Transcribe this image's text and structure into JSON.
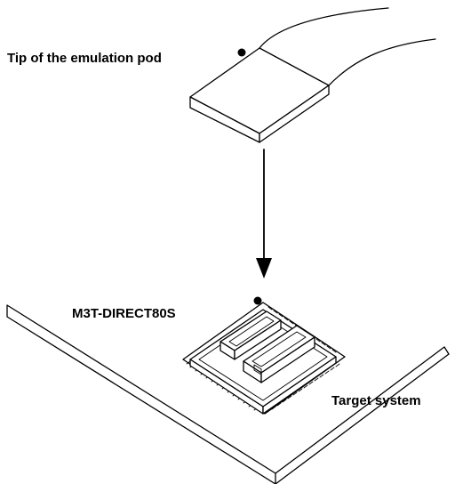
{
  "labels": {
    "emulation_pod_tip": "Tip of the emulation pod",
    "adapter_part": "M3T-DIRECT80S",
    "target_system": "Target system"
  },
  "colors": {
    "line": "#000000",
    "fill": "#ffffff"
  }
}
